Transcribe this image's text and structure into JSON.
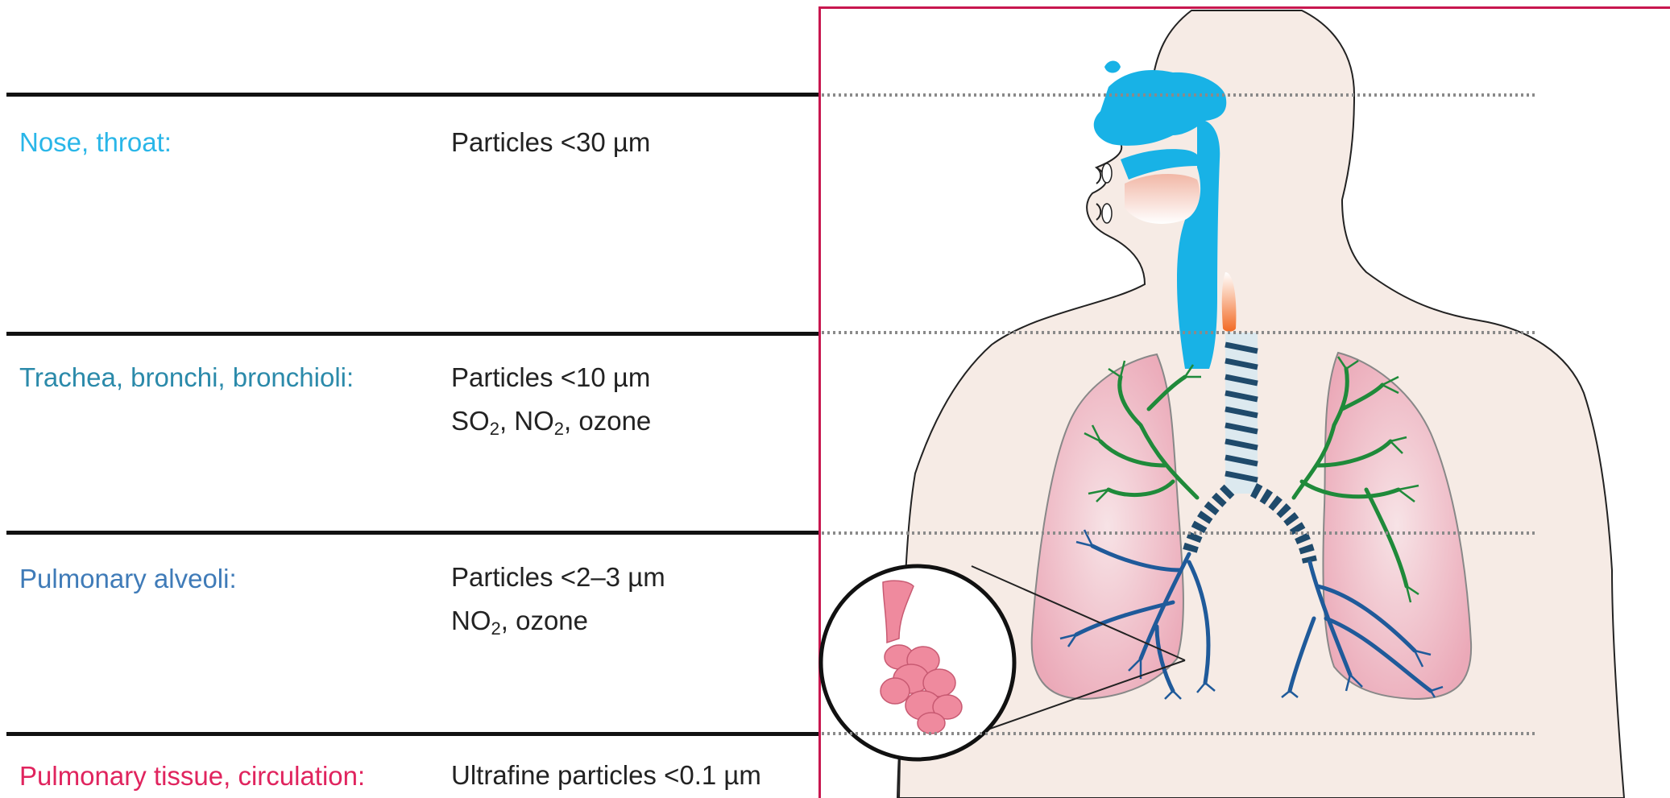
{
  "colors": {
    "nose_throat": "#29b6e8",
    "trachea": "#2b8aaa",
    "alveoli": "#3f7bb8",
    "tissue": "#e0245e",
    "frame": "#c8174f"
  },
  "rows": [
    {
      "label": "Nose, throat:",
      "lines": [
        {
          "text": "Particles <30 µm"
        }
      ]
    },
    {
      "label": "Trachea, bronchi, bronchioli:",
      "lines": [
        {
          "text": "Particles <10 µm"
        },
        {
          "parts": [
            "SO",
            "2",
            ", NO",
            "2",
            ", ozone"
          ]
        }
      ]
    },
    {
      "label": "Pulmonary alveoli:",
      "lines": [
        {
          "text": "Particles <2–3 µm"
        },
        {
          "parts": [
            "NO",
            "2",
            ", ozone"
          ]
        }
      ]
    },
    {
      "label": "Pulmonary tissue, circulation:",
      "lines": [
        {
          "text": "Ultrafine particles <0.1 µm"
        }
      ]
    }
  ]
}
